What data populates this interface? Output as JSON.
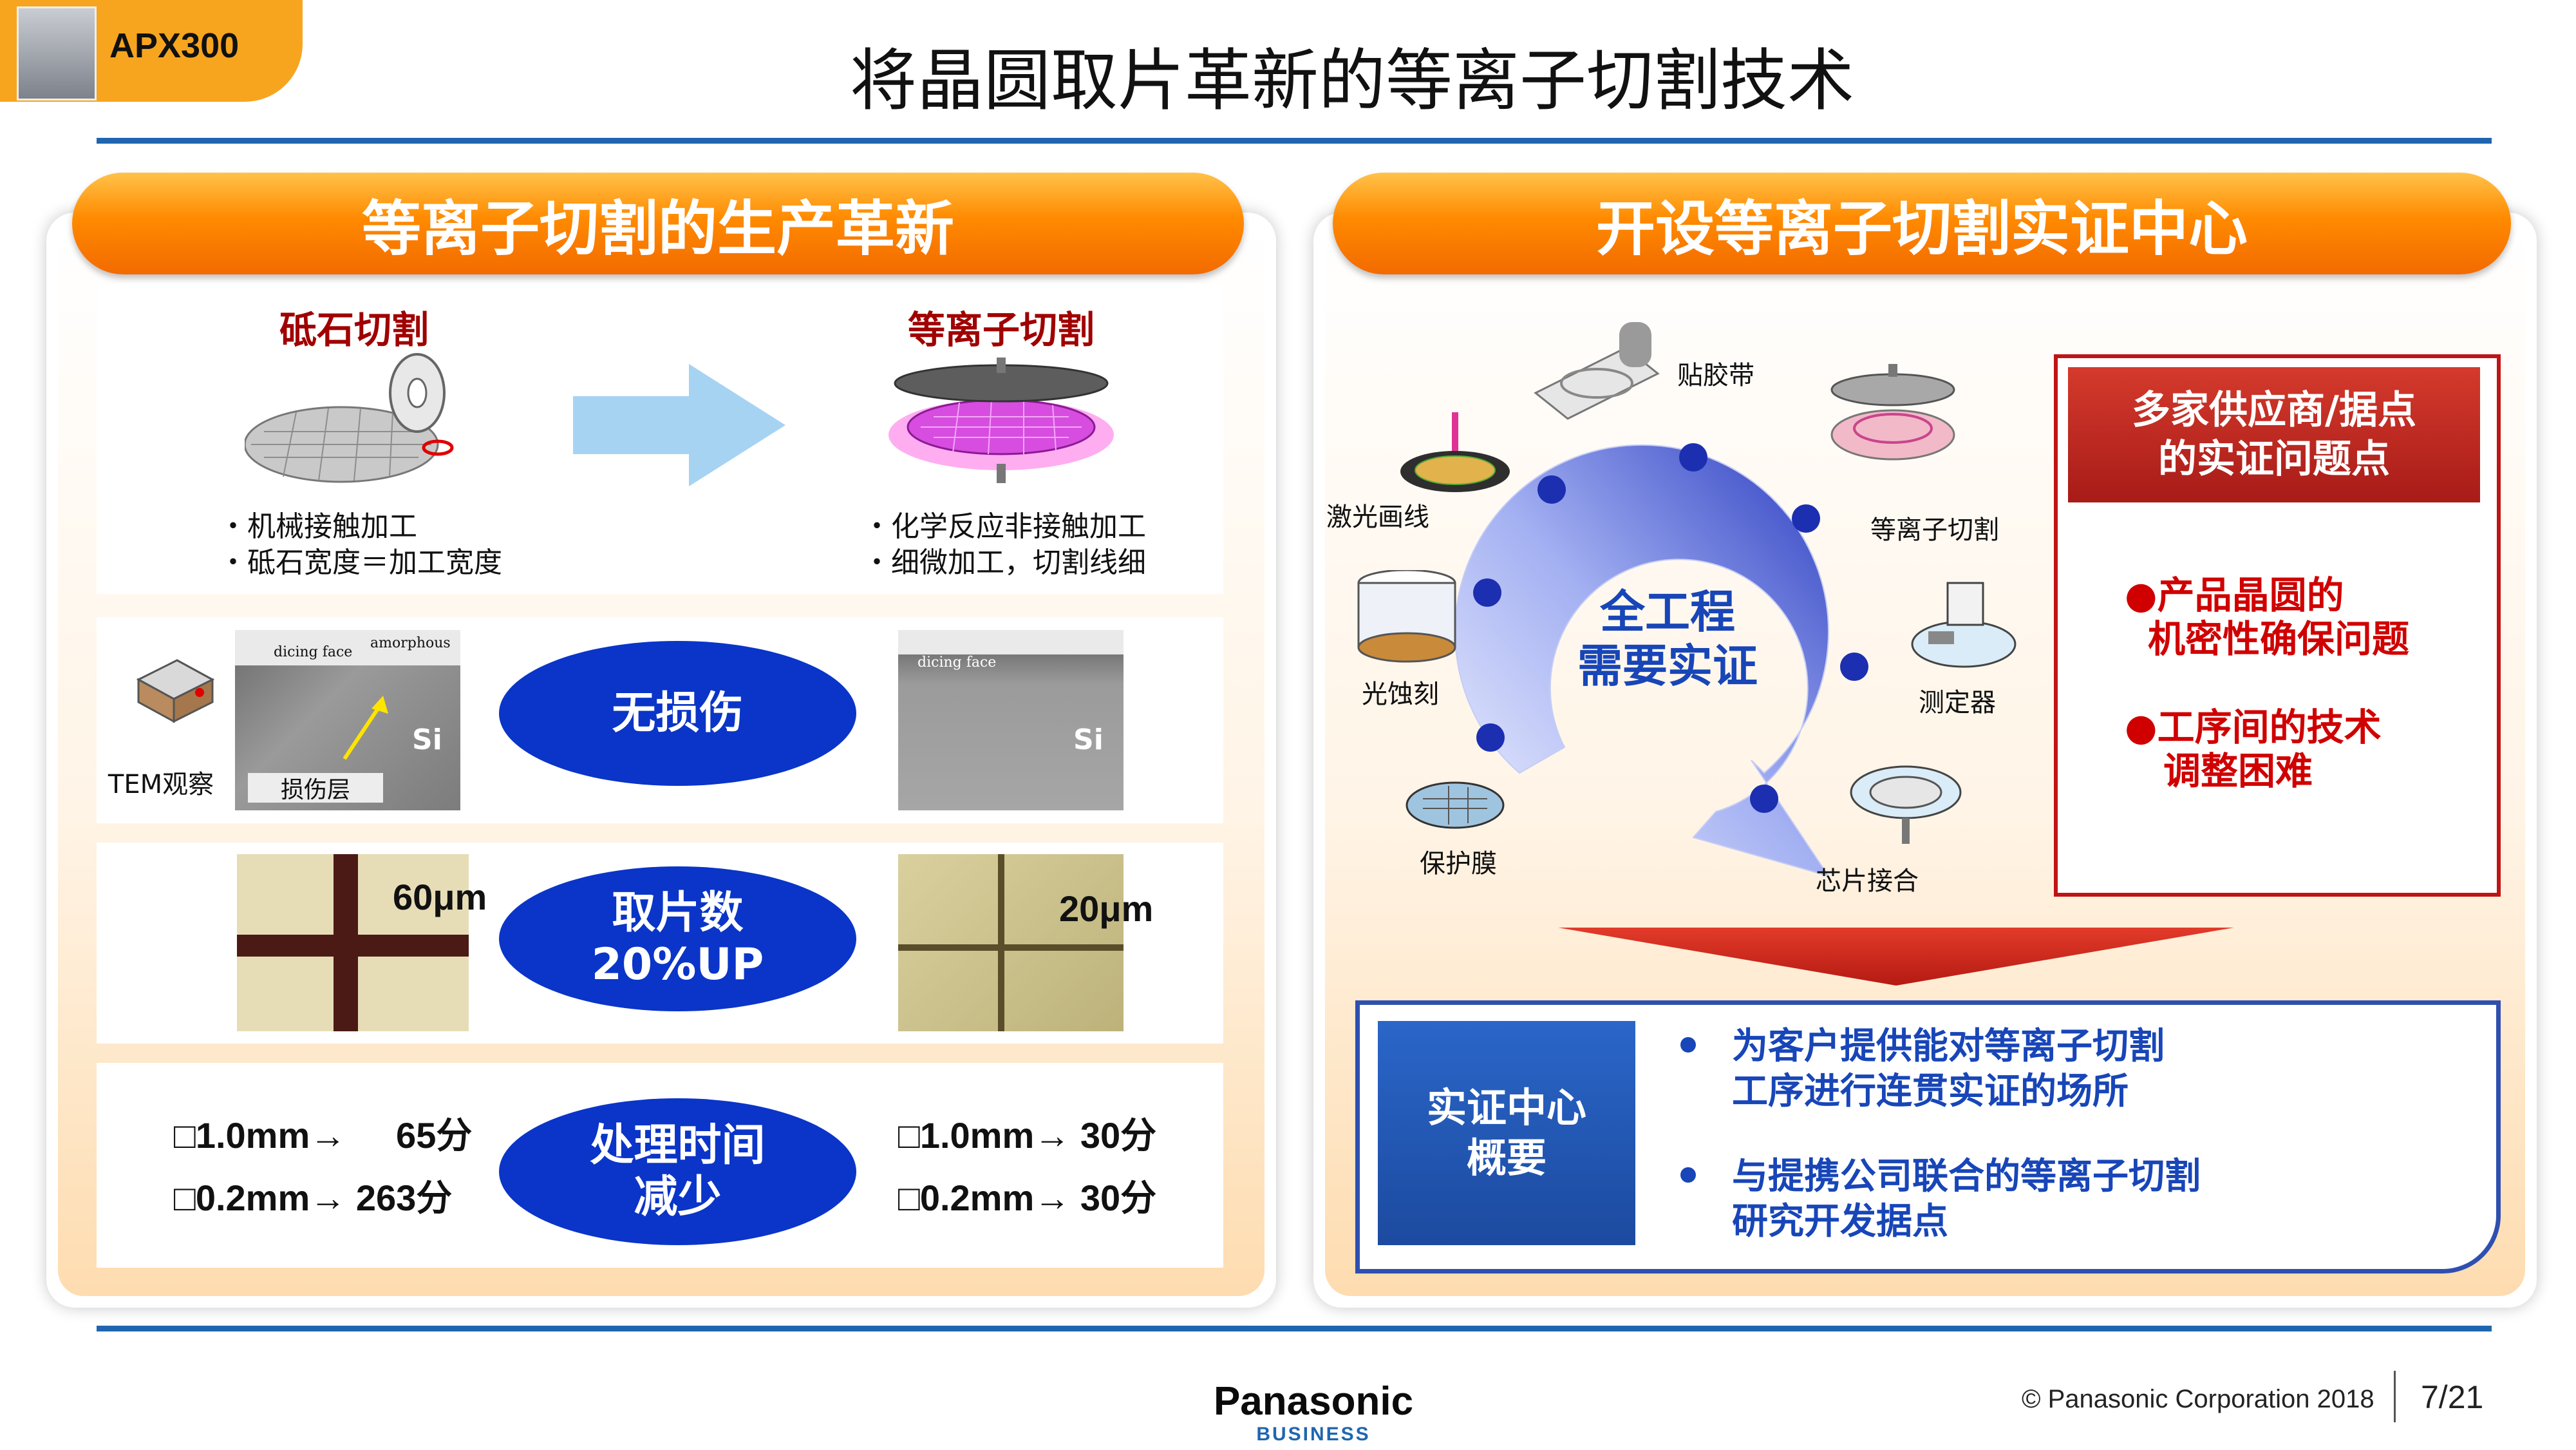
{
  "header": {
    "product_tag": "APX300",
    "title": "将晶圆取片革新的等离子切割技术"
  },
  "left_panel": {
    "title": "等离子切割的生产革新",
    "compare": {
      "left_label": "砥石切割",
      "right_label": "等离子切割",
      "left_notes": "・机械接触加工\n・砥石宽度＝加工宽度",
      "right_notes": "・化学反应非接触加工\n・细微加工，切割线细"
    },
    "damage_row": {
      "tem_label": "TEM观察",
      "left_photo_texts": [
        "dicing face",
        "amorphous",
        "Si"
      ],
      "damage_layer_label": "损伤层",
      "right_photo_texts": [
        "dicing face",
        "Si"
      ],
      "oval": "无损伤"
    },
    "yield_row": {
      "left_width": "60μm",
      "right_width": "20μm",
      "oval_line1": "取片数",
      "oval_line2": "20%UP"
    },
    "time_row": {
      "left_line1": "□1.0mm→     65分",
      "left_line2": "□0.2mm→ 263分",
      "right_line1": "□1.0mm→ 30分",
      "right_line2": "□0.2mm→ 30分",
      "oval_line1": "处理时间",
      "oval_line2": "减少"
    }
  },
  "right_panel": {
    "title": "开设等离子切割实证中心",
    "cycle_center": {
      "line1": "全工程",
      "line2": "需要实证"
    },
    "process_steps": [
      "贴胶带",
      "等离子切割",
      "测定器",
      "芯片接合",
      "保护膜",
      "光蚀刻",
      "激光画线"
    ],
    "issues_box": {
      "header_line1": "多家供应商/据点",
      "header_line2": "的实证问题点",
      "items": [
        {
          "line1": "●产品晶圆的",
          "line2": "机密性确保问题"
        },
        {
          "line1": "●工序间的技术",
          "line2": "调整困难"
        }
      ]
    },
    "summary": {
      "label_line1": "实证中心",
      "label_line2": "概要",
      "bullets": [
        {
          "line1": "为客户提供能对等离子切割",
          "line2": "工序进行连贯实证的场所"
        },
        {
          "line1": "与提携公司联合的等离子切割",
          "line2": "研究开发据点"
        }
      ]
    }
  },
  "footer": {
    "brand": "Panasonic",
    "sub_brand": "BUSINESS",
    "copyright": "© Panasonic Corporation 2018",
    "page": "7/21"
  },
  "colors": {
    "accent_blue": "#1f66b0",
    "orange": "#ff8a00",
    "oval_blue": "#0a35c8",
    "issue_red": "#d00000"
  }
}
